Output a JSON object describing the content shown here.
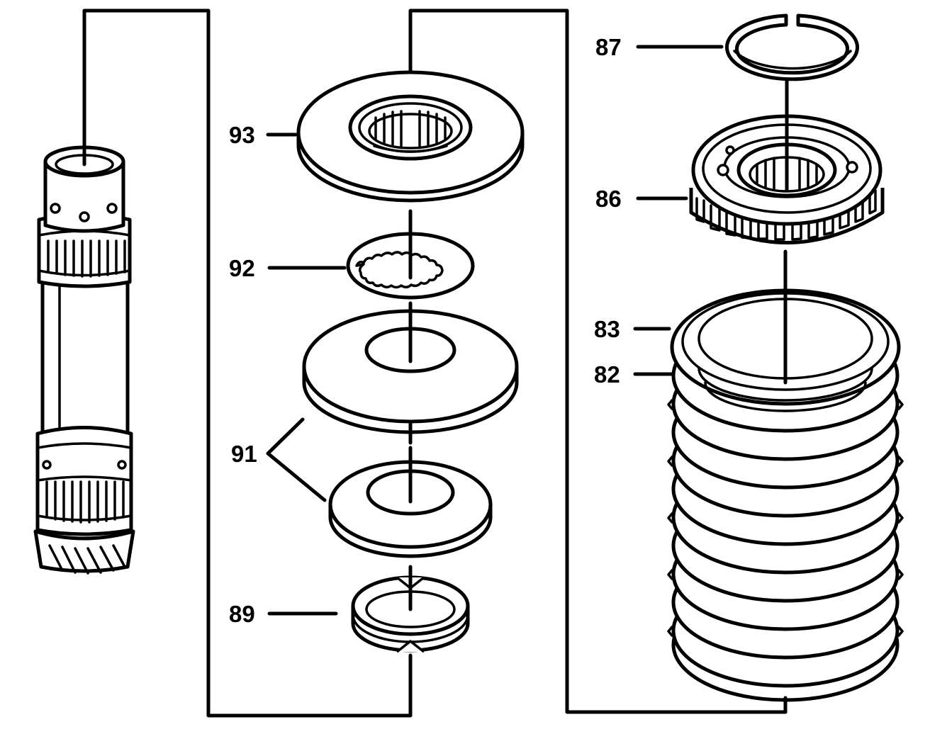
{
  "callouts": {
    "c82": "82",
    "c83": "83",
    "c86": "86",
    "c87": "87",
    "c89": "89",
    "c91": "91",
    "c92": "92",
    "c93": "93"
  },
  "colors": {
    "ink": "#000000",
    "paper": "#ffffff"
  }
}
